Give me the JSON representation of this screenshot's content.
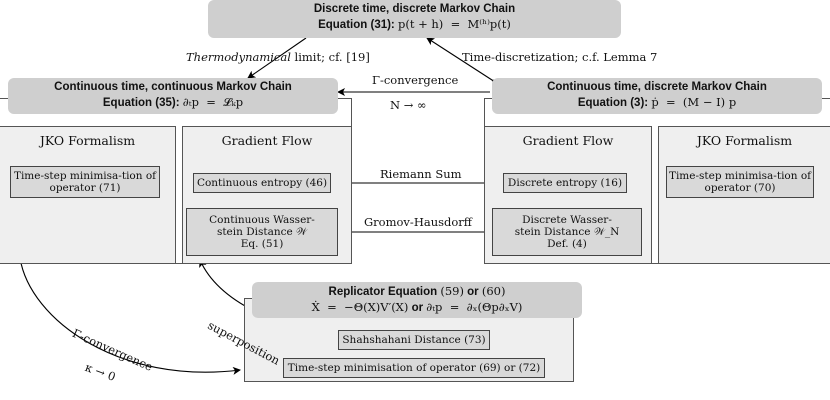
{
  "top": {
    "title": "Discrete time, discrete Markov Chain",
    "eq_prefix": "Equation",
    "eq_ref": "(31):",
    "eq_math": "p(t + h)  =  M⁽ʰ⁾p(t)"
  },
  "left": {
    "title": "Continuous time, continuous Markov Chain",
    "eq_prefix": "Equation",
    "eq_ref": "(35):",
    "eq_math": "∂ₜp  =  𝓛ₖp",
    "jko_title": "JKO Formalism",
    "jko_box": "Time-step minimisa-tion of operator (71)",
    "gf_title": "Gradient Flow",
    "entropy_box": "Continuous entropy (46)",
    "wass_box_1": "Continuous Wasser-",
    "wass_box_2": "stein Distance 𝒲",
    "wass_box_3": "Eq. (51)"
  },
  "right": {
    "title": "Continuous time, discrete Markov Chain",
    "eq_prefix": "Equation",
    "eq_ref": "(3):",
    "eq_math": "ṗ  =  (M − I) p",
    "gf_title": "Gradient Flow",
    "entropy_box": "Discrete entropy (16)",
    "wass_box_1": "Discrete Wasser-",
    "wass_box_2": "stein Distance 𝒲_N",
    "wass_box_3": "Def. (4)",
    "jko_title": "JKO Formalism",
    "jko_box": "Time-step minimisa-tion of operator (70)"
  },
  "bottom": {
    "title_bold": "Replicator Equation",
    "title_ref": "(59)",
    "title_or": "or",
    "title_ref2": "(60)",
    "eq_left": "Ẋ  =  −Θ(X)V′(X)",
    "eq_or": "or",
    "eq_right": "∂ₜp  =  ∂ₓ(Θp∂ₓV)",
    "shah_box": "Shahshahani Distance (73)",
    "ts_box": "Time-step minimisation of operator (69) or (72)"
  },
  "labels": {
    "thermo_it": "Thermodynamical",
    "thermo_rest": "limit; cf. [19]",
    "timedisc": "Time-discretization; c.f. Lemma 7",
    "gamma_conv": "Γ-convergence",
    "n_inf": "N → ∞",
    "riemann": "Riemann Sum",
    "gromov": "Gromov-Hausdorff",
    "superposition": "superposition",
    "gamma_conv2": "Γ-convergence",
    "kappa": "κ → 0"
  }
}
